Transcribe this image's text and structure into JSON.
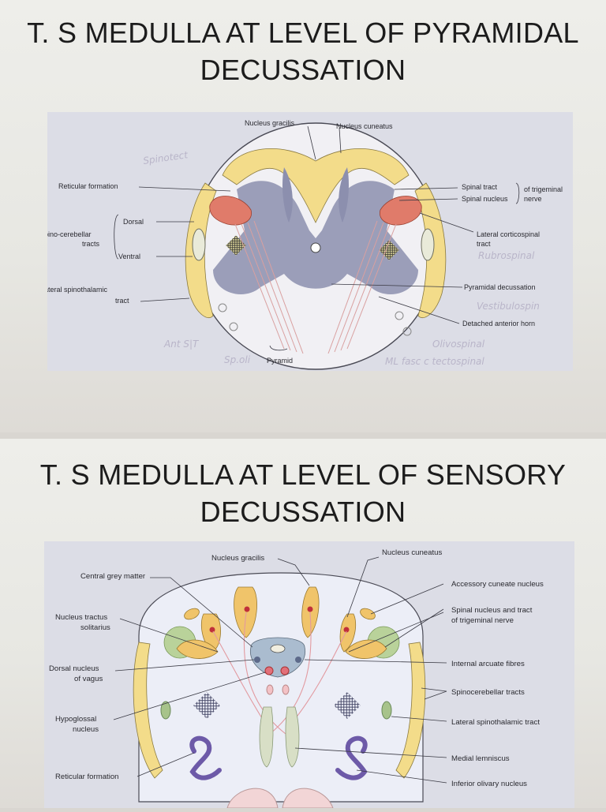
{
  "slide1": {
    "title_line1": "T. S MEDULLA AT LEVEL OF PYRAMIDAL",
    "title_line2": "DECUSSATION",
    "labels": {
      "nucleus_gracilis": "Nucleus gracilis",
      "nucleus_cuneatus": "Nucleus cuneatus",
      "reticular_formation": "Reticular formation",
      "dorsal": "Dorsal",
      "spino_cerebellar": "pino-cerebellar",
      "tracts": "tracts",
      "ventral": "Ventral",
      "lateral_spinothalamic": "ateral spinothalamic",
      "tract": "tract",
      "spinal_tract": "Spinal tract",
      "spinal_nucleus": "Spinal nucleus",
      "of_trigeminal": "of trigeminal",
      "nerve": "nerve",
      "lateral_corticospinal": "Lateral corticospinal",
      "tract2": "tract",
      "pyramidal_decussation": "Pyramidal decussation",
      "detached_anterior_horn": "Detached anterior horn",
      "pyramid": "Pyramid"
    },
    "handwritten": {
      "spinotectal": "Spinotect",
      "rubrospinal": "Rubrospinal",
      "vestibulospinal": "Vestibulospin",
      "olivospinal": "Olivospinal",
      "ml_fasc_tectospinal": "ML fasc c tectospinal",
      "ant_st": "Ant S|T",
      "sp_oli": "Sp.oli"
    }
  },
  "slide2": {
    "title_line1": "T. S MEDULLA AT LEVEL OF SENSORY",
    "title_line2": "DECUSSATION",
    "labels": {
      "nucleus_gracilis": "Nucleus gracilis",
      "nucleus_cuneatus": "Nucleus cuneatus",
      "central_grey_matter": "Central grey matter",
      "accessory_cuneate_nucleus": "Accessory cuneate nucleus",
      "nucleus_tractus": "Nucleus tractus",
      "solitarius": "solitarius",
      "spinal_nucleus_and_tract": "Spinal nucleus and tract",
      "of_trigeminal_nerve": "of trigeminal nerve",
      "internal_arcuate_fibres": "Internal arcuate fibres",
      "dorsal_nucleus": "Dorsal nucleus",
      "of_vagus": "of vagus",
      "spinocerebellar_tracts": "Spinocerebellar tracts",
      "hypoglossal": "Hypoglossal",
      "nucleus": "nucleus",
      "lateral_spinothalamic_tract": "Lateral spinothalamic tract",
      "medial_lemniscus": "Medial lemniscus",
      "reticular_formation": "Reticular formation",
      "inferior_olivary_nucleus": "Inferior olivary nucleus"
    }
  }
}
